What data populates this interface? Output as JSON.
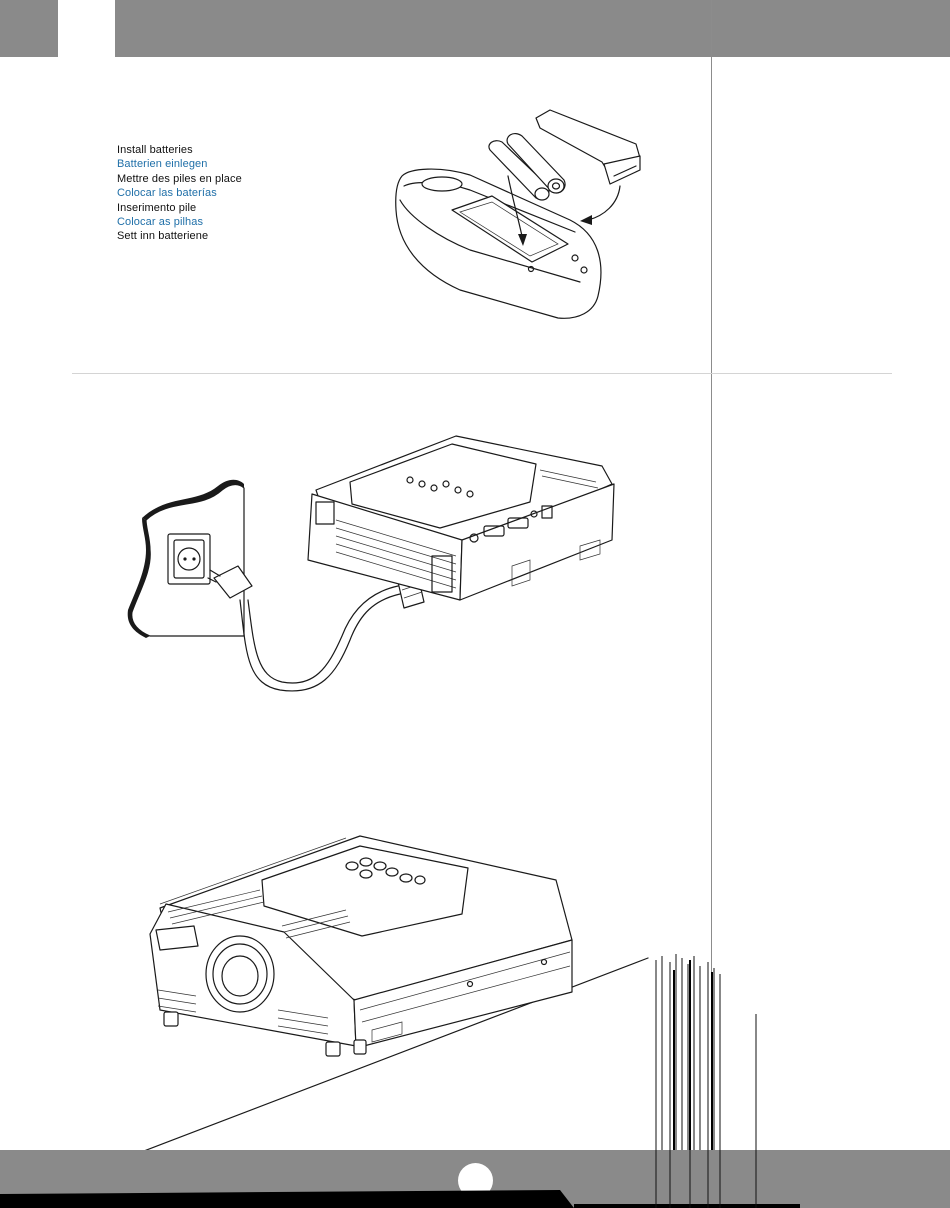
{
  "page": {
    "accent_band_color": "#8a8a8a",
    "link_blue": "#1f6fa8"
  },
  "instructions": [
    {
      "text": "Install batteries",
      "color": "black"
    },
    {
      "text": "Batterien einlegen",
      "color": "blue"
    },
    {
      "text": "Mettre des piles en place",
      "color": "black"
    },
    {
      "text": "Colocar las baterías",
      "color": "blue"
    },
    {
      "text": "Inserimento pile",
      "color": "black"
    },
    {
      "text": "Colocar as pilhas",
      "color": "blue"
    },
    {
      "text": "Sett inn batteriene",
      "color": "black"
    }
  ],
  "illustrations": {
    "remote": "remote-battery-illustration",
    "power": "power-cord-illustration",
    "projector": "projector-on-table-illustration"
  }
}
